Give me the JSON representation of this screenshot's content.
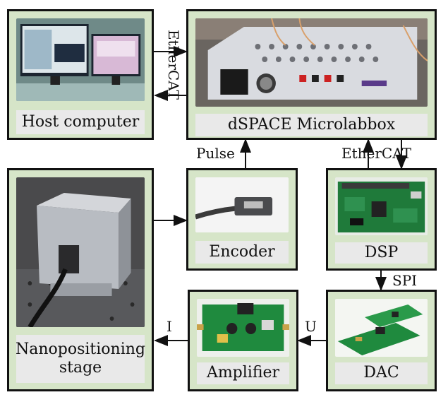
{
  "blocks": {
    "host": {
      "label": "Host computer"
    },
    "dspace": {
      "label": "dSPACE Microlabbox"
    },
    "stage": {
      "label": "Nanopositioning stage"
    },
    "encoder": {
      "label": "Encoder"
    },
    "dsp": {
      "label": "DSP"
    },
    "amplifier": {
      "label": "Amplifier"
    },
    "dac": {
      "label": "DAC"
    }
  },
  "connections": {
    "host_dspace": "EtherCAT",
    "encoder_dspace": "Pulse",
    "dspace_dsp": "EtherCAT",
    "dsp_dac": "SPI",
    "dac_amplifier": "U",
    "amplifier_stage": "I"
  },
  "colors": {
    "block_fill": "#d6e5c8",
    "label_fill": "#e9e9e9",
    "border": "#111111"
  }
}
